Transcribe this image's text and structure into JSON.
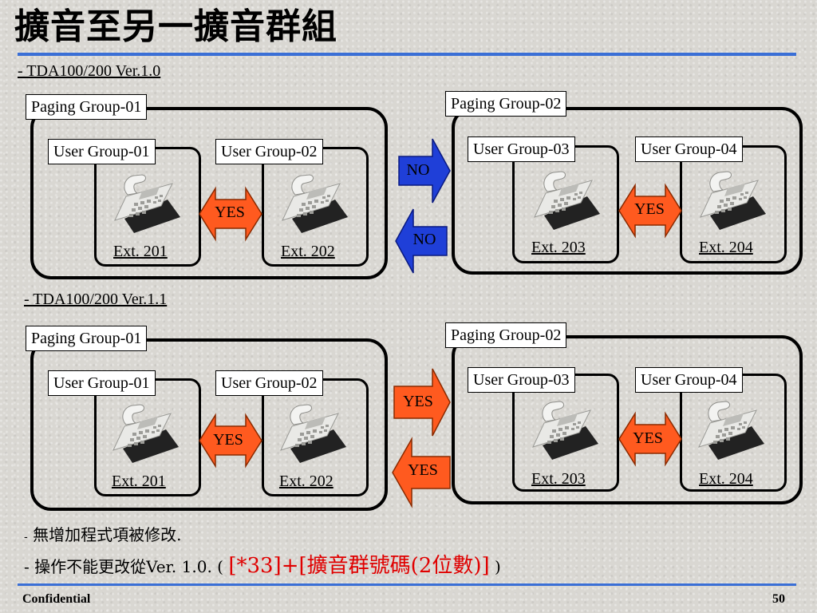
{
  "title": "擴音至另一擴音群組",
  "sections": [
    {
      "version": "- TDA100/200 Ver.1.0",
      "paging_groups": [
        {
          "label": "Paging Group-01",
          "user_groups": [
            {
              "label": "User Group-01",
              "ext": "Ext. 201"
            },
            {
              "label": "User Group-02",
              "ext": "Ext. 202"
            }
          ],
          "inner_arrow": "YES"
        },
        {
          "label": "Paging Group-02",
          "user_groups": [
            {
              "label": "User Group-03",
              "ext": "Ext. 203"
            },
            {
              "label": "User Group-04",
              "ext": "Ext. 204"
            }
          ],
          "inner_arrow": "YES"
        }
      ],
      "cross_right": "NO",
      "cross_left": "NO",
      "cross_color": "#1f3fd8",
      "inner_color": "#ff5a1f"
    },
    {
      "version": "- TDA100/200 Ver.1.1",
      "paging_groups": [
        {
          "label": "Paging Group-01",
          "user_groups": [
            {
              "label": "User Group-01",
              "ext": "Ext. 201"
            },
            {
              "label": "User Group-02",
              "ext": "Ext. 202"
            }
          ],
          "inner_arrow": "YES"
        },
        {
          "label": "Paging Group-02",
          "user_groups": [
            {
              "label": "User Group-03",
              "ext": "Ext. 203"
            },
            {
              "label": "User Group-04",
              "ext": "Ext. 204"
            }
          ],
          "inner_arrow": "YES"
        }
      ],
      "cross_right": "YES",
      "cross_left": "YES",
      "cross_color": "#ff5a1f",
      "inner_color": "#ff5a1f"
    }
  ],
  "notes": {
    "line1_dash": "-",
    "line1": " 無增加程式項被修改.",
    "line2_prefix": "- 操作不能更改從Ver. 1.0. ( ",
    "line2_code": "[*33]+[擴音群號碼(2位數)]",
    "line2_suffix": " )"
  },
  "footer": {
    "left": "Confidential",
    "page": "50"
  },
  "colors": {
    "rule": "#3a6fd6",
    "code_red": "#e00000"
  },
  "icons": {
    "phone": "telephone-icon"
  }
}
